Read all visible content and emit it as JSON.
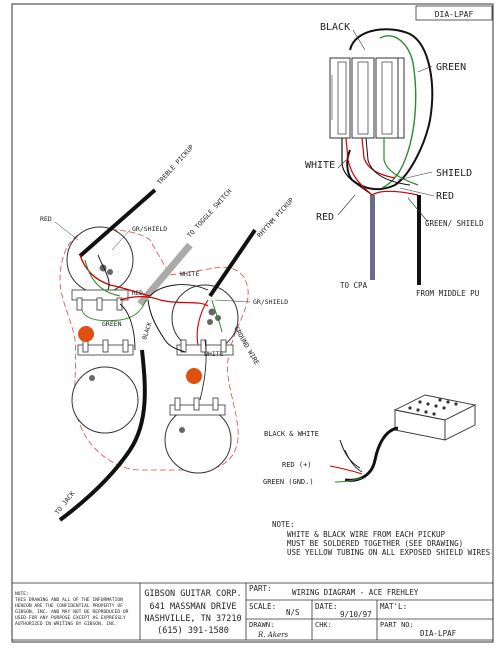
{
  "doc_id": "DIA-LPAF",
  "pickup_top": {
    "black": "BLACK",
    "green": "GREEN",
    "white": "WHITE",
    "shield": "SHIELD",
    "red": "RED",
    "red_left": "RED",
    "green_shield": "GREEN/ SHIELD",
    "to_cpa": "TO CPA",
    "from_middle": "FROM MIDDLE PU"
  },
  "wiring": {
    "treble_pickup": "TREBLE PICKUP",
    "to_toggle": "TO TOGGLE SWITCH",
    "rhythm_pickup": "RHYTHM PICKUP",
    "red": "RED",
    "gr_shield_1": "GR/SHIELD",
    "gr_shield_2": "GR/SHIELD",
    "white_1": "WHITE",
    "white_2": "WHITE",
    "red_2": "RED",
    "green": "GREEN",
    "black": "BLACK",
    "ground_wire": "GROUND WIRE",
    "to_jack": "TO JACK"
  },
  "pickup_small": {
    "bw": "BLACK & WHITE",
    "red": "RED (+)",
    "green": "GREEN (GND.)"
  },
  "note": {
    "label": "NOTE:",
    "line1": "WHITE & BLACK WIRE FROM EACH PICKUP",
    "line2": "MUST BE SOLDERED TOGETHER (SEE DRAWING)",
    "line3": "USE YELLOW TUBING ON ALL EXPOSED SHIELD WIRES"
  },
  "title_block": {
    "disclaimer_label": "NOTE:",
    "disclaimer_1": "THIS DRAWING AND ALL OF THE INFORMATION",
    "disclaimer_2": "HEREON ARE THE CONFIDENTIAL PROPERTY OF",
    "disclaimer_3": "GIBSON, INC. AND MAY NOT BE REPRODUCED OR",
    "disclaimer_4": "USED FOR ANY PURPOSE EXCEPT AS EXPRESSLY",
    "disclaimer_5": "AUTHORIZED IN WRITING BY GIBSON, INC.",
    "company": "GIBSON GUITAR CORP.",
    "address": "641 MASSMAN DRIVE",
    "city": "NASHVILLE, TN 37210",
    "phone": "(615) 391-1580",
    "part_label": "PART:",
    "part_value": "WIRING DIAGRAM - ACE FREHLEY",
    "scale_label": "SCALE:",
    "scale_value": "N/S",
    "date_label": "DATE:",
    "date_value": "9/10/97",
    "matl_label": "MAT'L:",
    "drawn_label": "DRAWN:",
    "drawn_value": "R. Akers",
    "chk_label": "CHK:",
    "partno_label": "PART NO:",
    "partno_value": "DIA-LPAF"
  }
}
